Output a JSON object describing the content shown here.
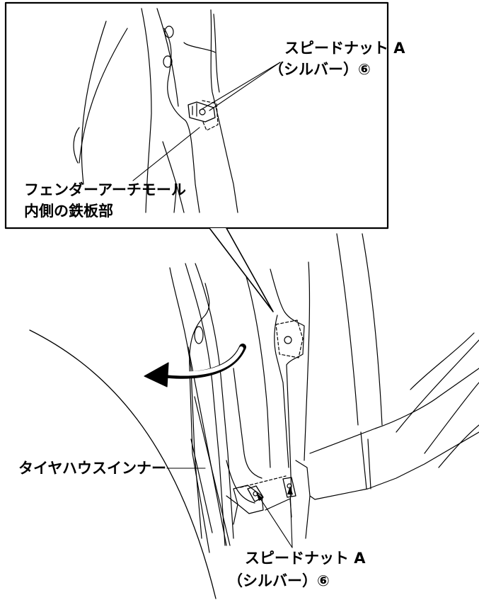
{
  "callouts": {
    "inset_speed_nut_line1": "スピードナット A",
    "inset_speed_nut_line2": "（シルバー）⑥",
    "fender_line1": "フェンダーアーチモール",
    "fender_line2": "内側の鉄板部",
    "tire_house_inner": "タイヤハウスインナー",
    "bottom_speed_nut_line1": "スピードナット A",
    "bottom_speed_nut_line2": "（シルバー）⑥"
  },
  "colors": {
    "line": "#000000",
    "background": "#ffffff"
  }
}
